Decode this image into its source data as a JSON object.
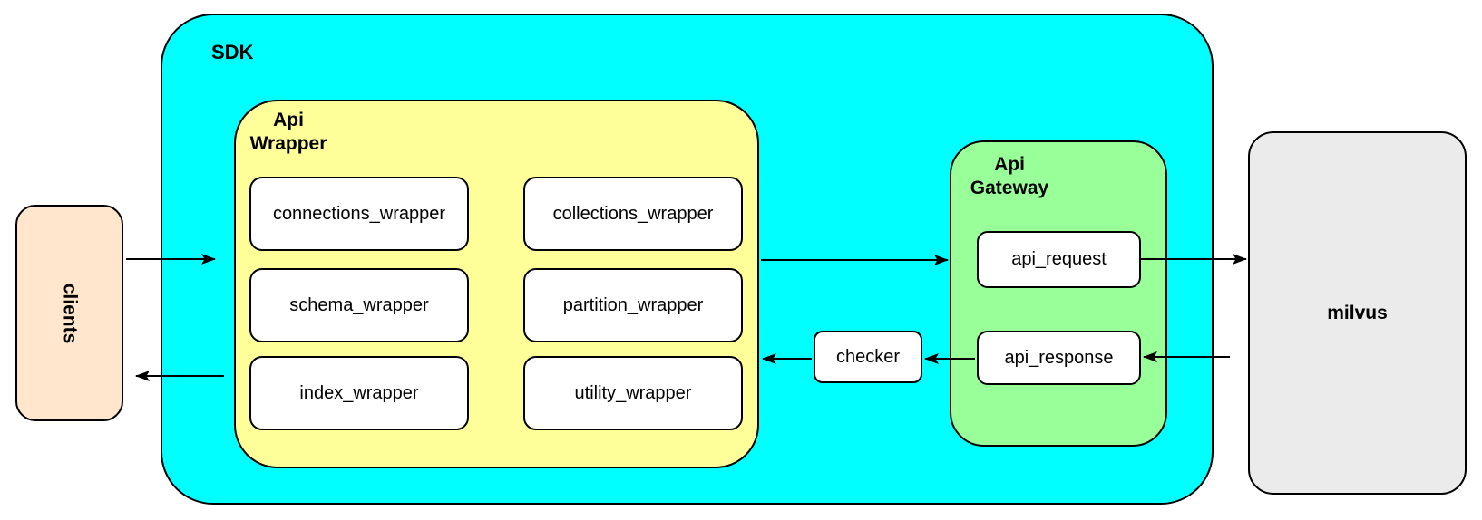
{
  "nodes": {
    "clients": {
      "label": "clients",
      "fill": "#FFE6CC"
    },
    "sdk": {
      "label": "SDK",
      "fill": "#00FFFF"
    },
    "api_wrapper": {
      "label": "Api Wrapper",
      "fill": "#FFFF99",
      "modules": [
        "connections_wrapper",
        "collections_wrapper",
        "schema_wrapper",
        "partition_wrapper",
        "index_wrapper",
        "utility_wrapper"
      ]
    },
    "checker": {
      "label": "checker",
      "fill": "#FFFFFF"
    },
    "api_gateway": {
      "label": "Api Gateway",
      "fill": "#99FF99",
      "stages": [
        {
          "label": "api_request"
        },
        {
          "label": "api_response"
        }
      ]
    },
    "milvus": {
      "label": "milvus",
      "fill": "#EBEBEB"
    }
  },
  "edges": [
    {
      "from": "clients",
      "to": "api_wrapper"
    },
    {
      "from": "api_wrapper",
      "to": "clients"
    },
    {
      "from": "api_wrapper",
      "to": "api_gateway"
    },
    {
      "from": "api_request",
      "to": "milvus"
    },
    {
      "from": "milvus",
      "to": "api_response"
    },
    {
      "from": "api_response",
      "to": "checker"
    },
    {
      "from": "checker",
      "to": "api_wrapper"
    }
  ],
  "colors": {
    "stroke": "#000000",
    "background": "#FFFFFF"
  }
}
